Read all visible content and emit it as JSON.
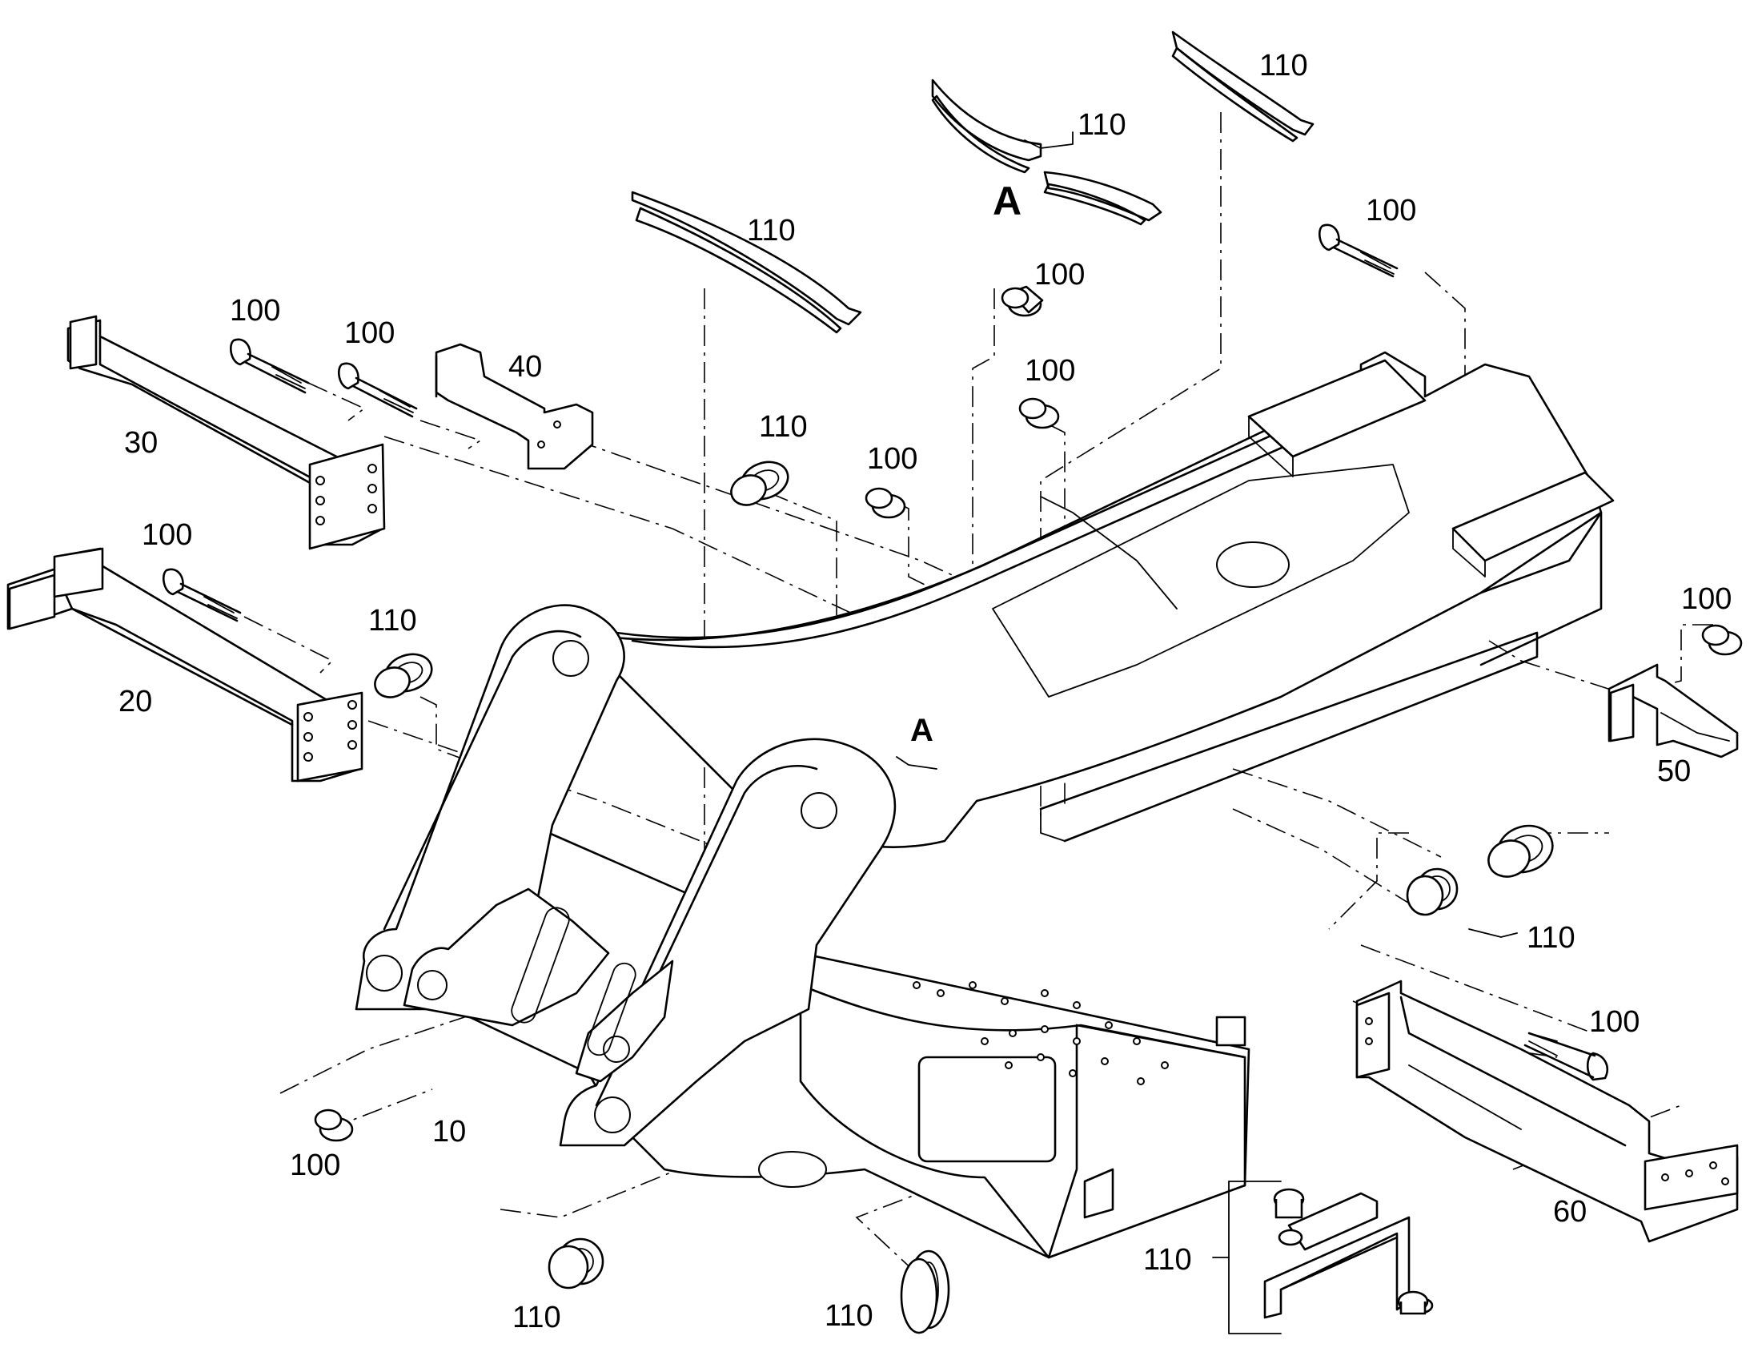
{
  "labels": {
    "frame": "10",
    "cross_member_20": "20",
    "cross_member_30": "30",
    "bracket_40": "40",
    "bracket_50": "50",
    "cross_member_60": "60",
    "bolt": "100",
    "grommet": "110",
    "detail": "A"
  }
}
